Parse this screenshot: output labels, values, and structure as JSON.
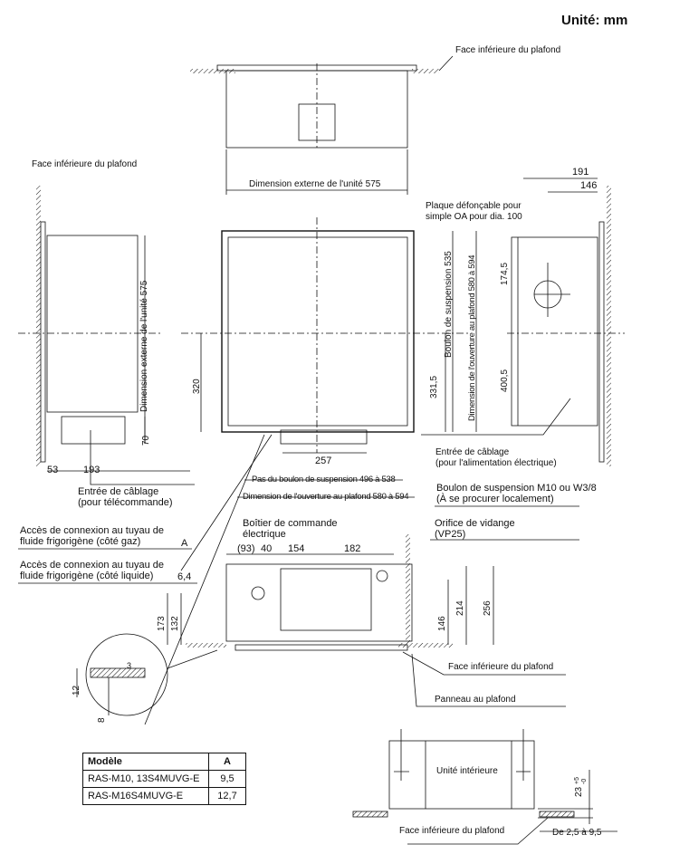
{
  "unit_label": "Unité: mm",
  "top_view": {
    "ceiling_face": "Face inférieure du plafond",
    "outer_dim": "Dimension externe de l'unité 575"
  },
  "left_view": {
    "ceiling_face": "Face inférieure du plafond",
    "outer_dim": "Dimension externe de l'unité 575",
    "dim_70": "70",
    "dim_53": "53",
    "dim_193": "193",
    "wiring_entry": "Entrée de câblage\n(pour télécommande)"
  },
  "center_view": {
    "dim_320": "320",
    "dim_331_5": "331,5",
    "bolt_535": "Boulon de suspension 535",
    "opening_v": "Dimension de l'ouverture au plafond 580 à 594",
    "dim_257": "257",
    "bolt_pitch": "Pas du boulon de suspension 496 à 538",
    "opening_h": "Dimension de l'ouverture au plafond 580 à 594"
  },
  "right_view": {
    "dim_191": "191",
    "dim_146": "146",
    "knockout": "Plaque défonçable pour\nsimple OA pour dia. 100",
    "dim_174_5": "174,5",
    "dim_400_5": "400,5",
    "power_entry": "Entrée de câblage\n(pour l'alimentation électrique)",
    "bolt_spec": "Boulon de suspension M10 ou W3/8\n(À se procurer localement)"
  },
  "callouts": {
    "gas": "Accès de connexion au tuyau de\nfluide frigorigène (côté gaz)",
    "gas_size": "A",
    "liquid": "Accès de connexion au tuyau de\nfluide frigorigène (côté liquide)",
    "liquid_size": "6,4"
  },
  "front_view": {
    "control_box": "Boîtier de commande\nélectrique",
    "dim_93": "(93)",
    "dim_40": "40",
    "dim_154": "154",
    "dim_182": "182",
    "drain": "Orifice de vidange\n(VP25)",
    "dim_173": "173",
    "dim_132": "132",
    "dim_146": "146",
    "dim_214": "214",
    "dim_256": "256",
    "ceiling_face": "Face inférieure du plafond",
    "panel": "Panneau au plafond"
  },
  "detail": {
    "dim_3": "3",
    "dim_12": "12",
    "dim_8": "8"
  },
  "model_table": {
    "headers": [
      "Modèle",
      "A"
    ],
    "rows": [
      [
        "RAS-M10, 13S4MUVG-E",
        "9,5"
      ],
      [
        "RAS-M16S4MUVG-E",
        "12,7"
      ]
    ]
  },
  "install_detail": {
    "indoor_unit": "Unité intérieure",
    "dim_23": "23",
    "tol_plus": "+5",
    "tol_minus": "-0",
    "ceiling_face": "Face inférieure du plafond",
    "gap": "De 2,5 à 9,5"
  }
}
